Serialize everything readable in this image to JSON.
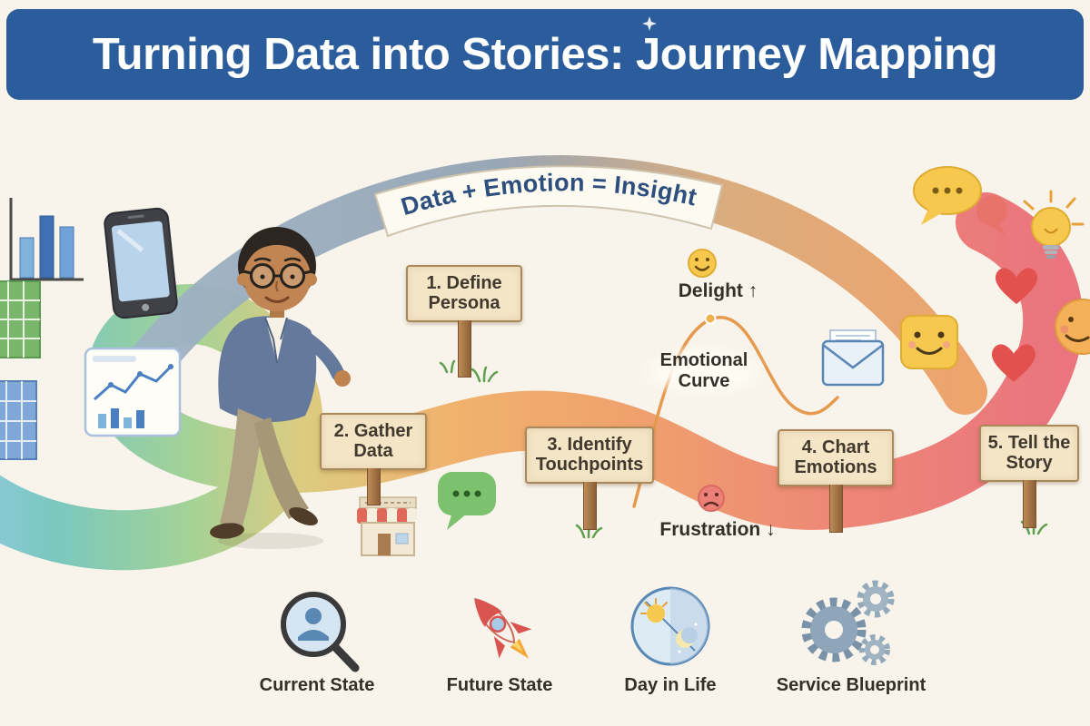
{
  "header": {
    "title": "Turning Data into Stories: Journey Mapping"
  },
  "ribbon_banner": {
    "text": "Data + Emotion = Insight"
  },
  "steps": [
    {
      "label": "1. Define Persona"
    },
    {
      "label": "2. Gather Data"
    },
    {
      "label": "3. Identify Touchpoints"
    },
    {
      "label": "4. Chart Emotions"
    },
    {
      "label": "5. Tell the Story"
    }
  ],
  "emotional_curve": {
    "delight_label": "Delight ↑",
    "curve_label": "Emotional Curve",
    "frustration_label": "Frustration ↓"
  },
  "legend": {
    "items": [
      {
        "icon": "magnifier-person-icon",
        "label": "Current State"
      },
      {
        "icon": "rocket-icon",
        "label": "Future State"
      },
      {
        "icon": "day-night-icon",
        "label": "Day in Life"
      },
      {
        "icon": "gears-icon",
        "label": "Service Blueprint"
      }
    ]
  },
  "icons": {
    "left_side": [
      "bar-chart-icon",
      "smartphone-icon",
      "spreadsheet-green-icon",
      "dashboard-icon",
      "spreadsheet-blue-icon",
      "storefront-icon",
      "chat-bubble-green-icon"
    ],
    "right_side": [
      "speech-bubbles-icon",
      "lightbulb-icon",
      "heart-icon",
      "heart-icon",
      "smiley-square-icon",
      "envelope-icon",
      "smiley-face-icon"
    ],
    "on_curve": [
      "happy-face-icon",
      "sad-face-icon"
    ]
  },
  "colors": {
    "header_bg": "#2b5c9b",
    "background": "#f8f4eb",
    "path_blue": "#8ec6e6",
    "path_teal": "#6fc4bb",
    "path_orange": "#f0ac62",
    "path_red": "#e96a74",
    "sign_bg": "#f4e5c6",
    "sign_post": "#a9793f",
    "banner_text": "#2c4f7e"
  }
}
